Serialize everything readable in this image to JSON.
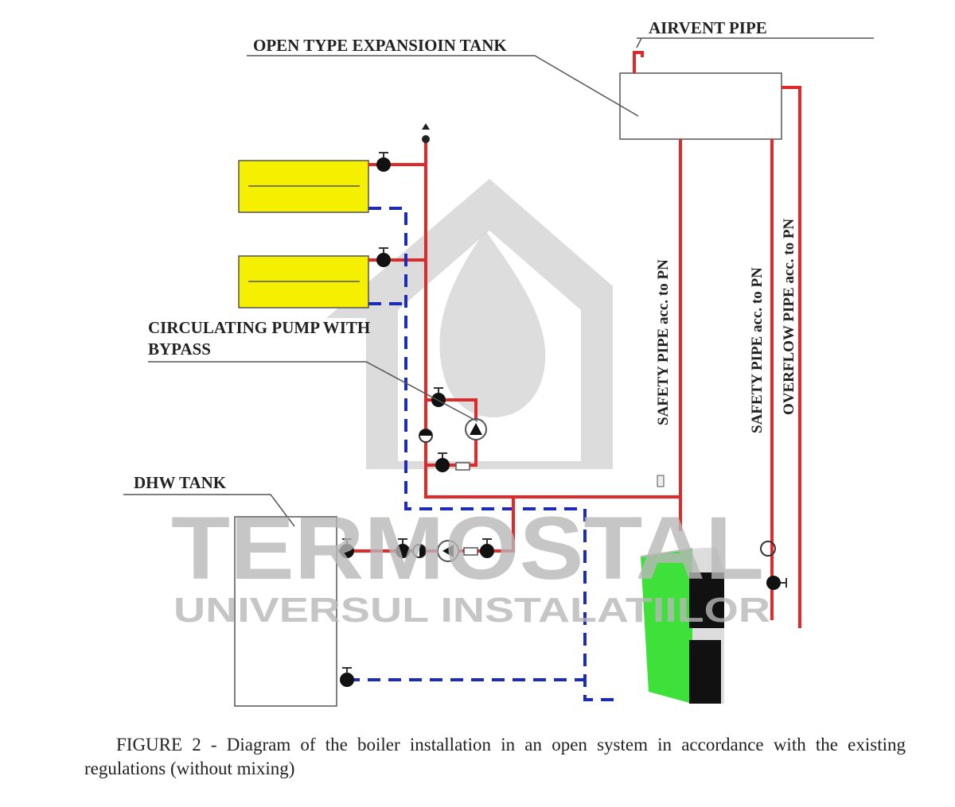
{
  "labels": {
    "airvent_pipe": "AIRVENT PIPE",
    "expansion_tank": "OPEN TYPE EXPANSIOIN TANK",
    "circulating_pump_line1": "CIRCULATING PUMP WITH",
    "circulating_pump_line2": "BYPASS",
    "dhw_tank": "DHW TANK",
    "safety_pipe_1": "SAFETY PIPE acc. to PN",
    "safety_pipe_2": "SAFETY PIPE acc. to PN",
    "overflow_pipe": "OVERFLOW PIPE acc. to PN"
  },
  "watermark": {
    "brand": "TERMOSTAL",
    "tagline": "UNIVERSUL INSTALATIILOR"
  },
  "caption": "FIGURE 2 - Diagram of the boiler installation in an open system in accordance with the existing regulations (without mixing)",
  "colors": {
    "supply_pipe": "#e02a2a",
    "return_pipe": "#1c2bb8",
    "radiator": "#f5f000",
    "boiler": "#3ee03a"
  }
}
